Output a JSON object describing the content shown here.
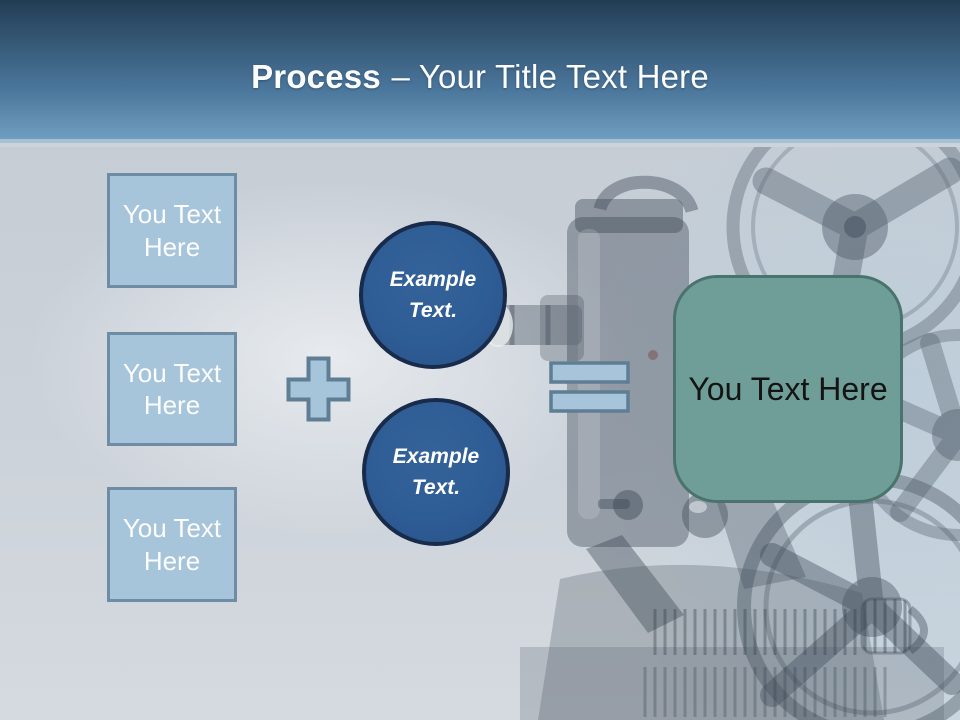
{
  "slide_title": {
    "bold": "Process",
    "regular": "– Your Title Text Here"
  },
  "process_steps": [
    {
      "label": "You Text Here"
    },
    {
      "label": "You Text Here"
    },
    {
      "label": "You Text Here"
    }
  ],
  "example_circles": [
    {
      "label": "Example Text."
    },
    {
      "label": "Example Text."
    }
  ],
  "result_box": {
    "label": "You Text Here"
  },
  "icons": {
    "plus": "plus-operator-icon",
    "equals": "equals-operator-icon",
    "background": "film-projector-photo-background"
  },
  "colors": {
    "header_gradient_top": "#203d55",
    "header_gradient_bottom": "#6f9dbf",
    "header_edge_line": "#a7c0d2",
    "step_box_fill": "#a6c4da",
    "step_box_border": "#6e8ca3",
    "circle_fill": "#2e5c94",
    "circle_border": "#182b4a",
    "result_fill": "#6f9e99",
    "result_border": "#4b736d",
    "title_text": "#fbfdfe",
    "step_text": "#fdfdfd",
    "circle_text": "#ffffff",
    "result_text": "#141414",
    "photo_base": "#cdd3da"
  }
}
